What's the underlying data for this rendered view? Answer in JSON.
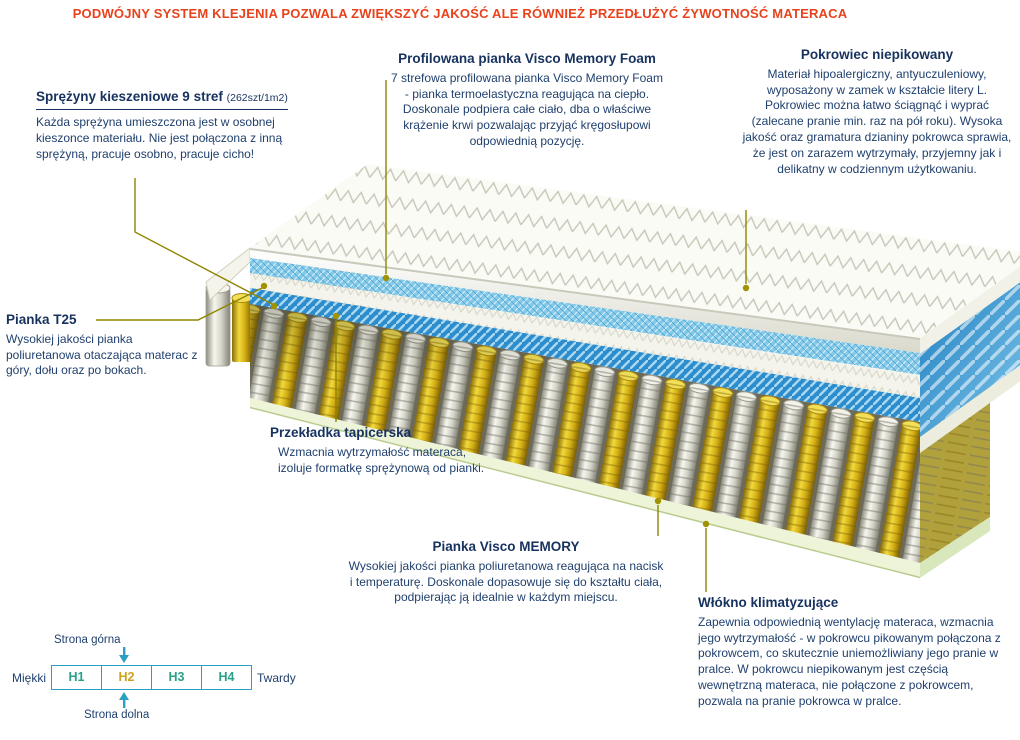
{
  "header": {
    "banner": "PODWÓJNY SYSTEM KLEJENIA POZWALA ZWIĘKSZYĆ JAKOŚĆ ALE RÓWNIEŻ PRZEDŁUŻYĆ ŻYWOTNOŚĆ MATERACA"
  },
  "annotations": {
    "springs": {
      "title": "Sprężyny kieszeniowe 9 stref",
      "subtitle": "(262szt/1m2)",
      "body": "Każda sprężyna umieszczona jest w osobnej kieszonce materiału. Nie jest połączona z inną sprężyną, pracuje osobno, pracuje cicho!"
    },
    "profiled_foam": {
      "title": "Profilowana pianka Visco Memory Foam",
      "body": "7 strefowa profilowana pianka Visco Memory Foam - pianka termoelastyczna reagująca na ciepło. Doskonale podpiera całe ciało, dba o właściwe krążenie krwi pozwalając przyjąć kręgosłupowi odpowiednią pozycję."
    },
    "cover": {
      "title": "Pokrowiec niepikowany",
      "body": "Materiał hipoalergiczny, antyuczuleniowy, wyposażony w zamek w kształcie litery L. Pokrowiec można łatwo ściągnąć i wyprać (zalecane pranie min. raz na pół roku). Wysoka jakość oraz gramatura dzianiny pokrowca sprawia, że jest on zarazem wytrzymały, przyjemny jak i delikatny w codziennym użytkowaniu."
    },
    "foam_t25": {
      "title": "Pianka T25",
      "body": "Wysokiej jakości pianka poliuretanowa otaczająca materac z góry, dołu oraz po bokach."
    },
    "insulator": {
      "title": "Przekładka tapicerska",
      "body": "Wzmacnia wytrzymałość materaca, izoluje formatkę sprężynową od pianki."
    },
    "visco_memory": {
      "title": "Pianka Visco MEMORY",
      "body": "Wysokiej jakości pianka poliuretanowa reagująca na nacisk i temperaturę. Doskonale dopasowuje się do kształtu ciała, podpierając ją idealnie w każdym miejscu."
    },
    "climate_fiber": {
      "title": "Włókno klimatyzujące",
      "body": "Zapewnia odpowiednią wentylację materaca, wzmacnia jego wytrzymałość - w pokrowcu pikowanym połączona z pokrowcem, co skutecznie uniemożliwiany jego pranie w pralce. W pokrowcu niepikowanym jest częścią wewnętrzną materaca, nie połączone z pokrowcem, pozwala na pranie pokrowca w pralce."
    }
  },
  "hardness_scale": {
    "top_label": "Strona górna",
    "bottom_label": "Strona dolna",
    "left_label": "Miękki",
    "right_label": "Twardy",
    "levels": [
      {
        "label": "H1",
        "active": false
      },
      {
        "label": "H2",
        "active": true
      },
      {
        "label": "H3",
        "active": false
      },
      {
        "label": "H4",
        "active": false
      }
    ]
  },
  "colors": {
    "red-accent": "#e8421c",
    "navy": "#20406e",
    "navy-dark": "#17325e",
    "connector-olive": "#8f8500",
    "teal": "#2b9fc2",
    "teal-green": "#2aa088",
    "gold": "#cfa21c",
    "spring-yellow": "#e3c619",
    "visco-blue": "#2d8dcc",
    "base-green": "#edf4d8"
  }
}
